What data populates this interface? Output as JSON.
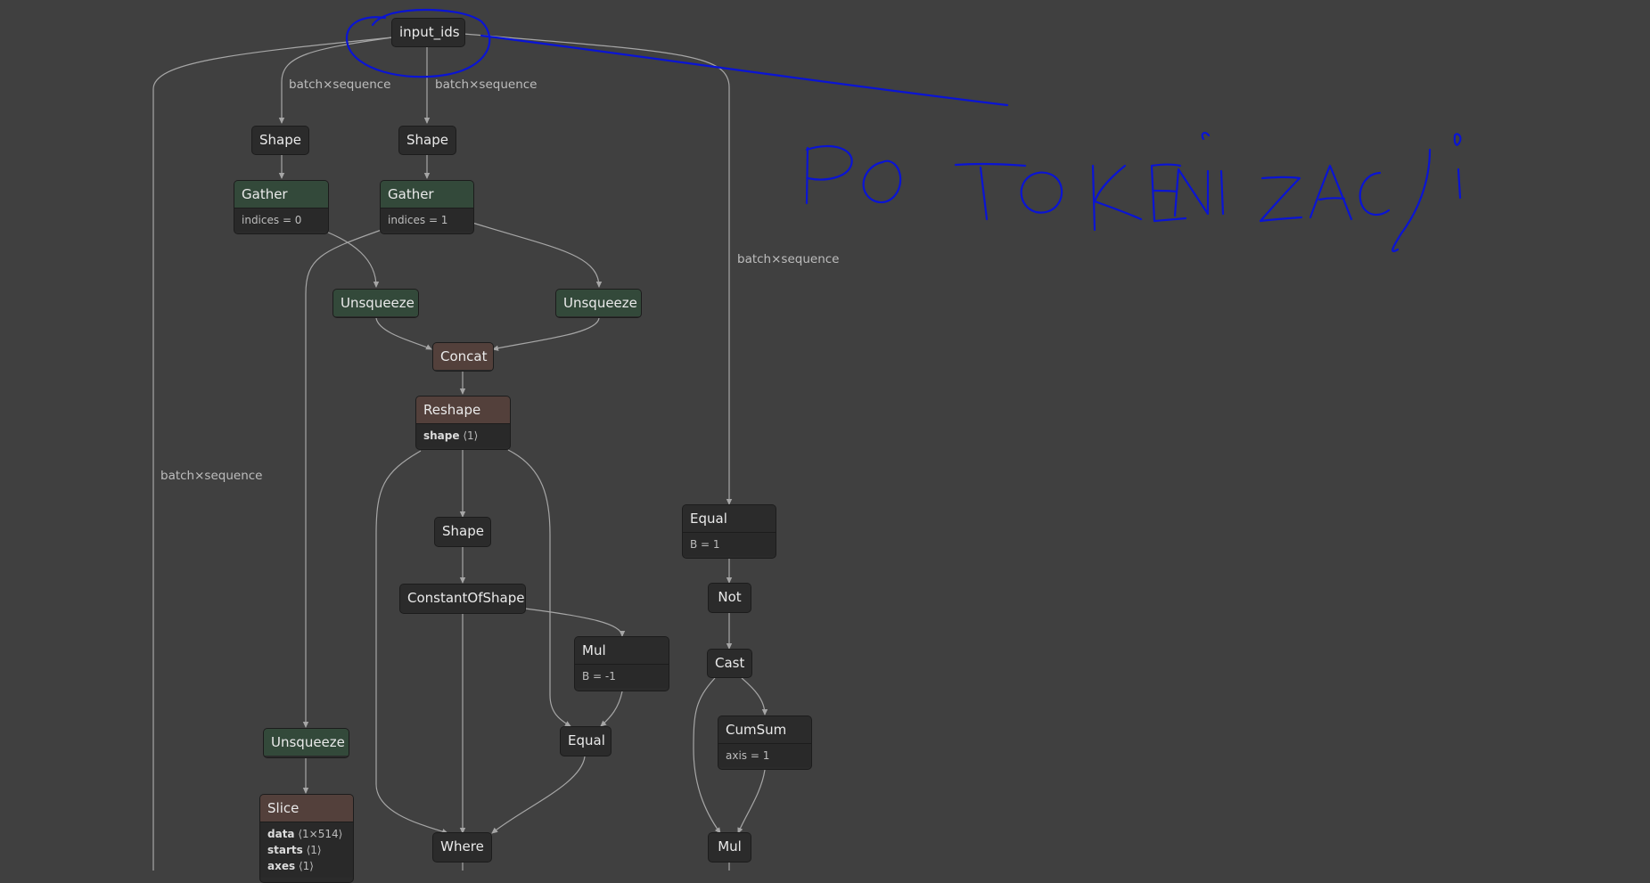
{
  "nodes": {
    "input_ids": {
      "title": "input_ids"
    },
    "shape1": {
      "title": "Shape"
    },
    "shape2": {
      "title": "Shape"
    },
    "gather1": {
      "title": "Gather",
      "attr": "indices = 0"
    },
    "gather2": {
      "title": "Gather",
      "attr": "indices = 1"
    },
    "unsq1": {
      "title": "Unsqueeze"
    },
    "unsq2": {
      "title": "Unsqueeze"
    },
    "concat": {
      "title": "Concat"
    },
    "reshape": {
      "title": "Reshape",
      "attr_name": "shape",
      "attr_value": "⟨1⟩"
    },
    "shape3": {
      "title": "Shape"
    },
    "cos": {
      "title": "ConstantOfShape"
    },
    "mul1": {
      "title": "Mul",
      "attr": "B = -1"
    },
    "equal2": {
      "title": "Equal"
    },
    "where": {
      "title": "Where"
    },
    "unsq3": {
      "title": "Unsqueeze"
    },
    "slice": {
      "title": "Slice",
      "attrs": [
        {
          "name": "data",
          "value": "⟨1×514⟩"
        },
        {
          "name": "starts",
          "value": "⟨1⟩"
        },
        {
          "name": "axes",
          "value": "⟨1⟩"
        }
      ]
    },
    "equal1": {
      "title": "Equal",
      "attr": "B = 1"
    },
    "not": {
      "title": "Not"
    },
    "cast": {
      "title": "Cast"
    },
    "cumsum": {
      "title": "CumSum",
      "attr": "axis = 1"
    },
    "mul2": {
      "title": "Mul"
    }
  },
  "edge_labels": {
    "l1": "batch×sequence",
    "l2": "batch×sequence",
    "l3": "batch×sequence",
    "l4": "batch×sequence"
  },
  "annotation": {
    "text": "PO TOKENIZACJI",
    "color": "#0a14d4",
    "style": "handwritten"
  },
  "colors": {
    "background": "#404040",
    "node_default": "#2b2b2b",
    "node_green": "#33493a",
    "node_brown": "#53403b",
    "edge": "#a6a6a6"
  }
}
